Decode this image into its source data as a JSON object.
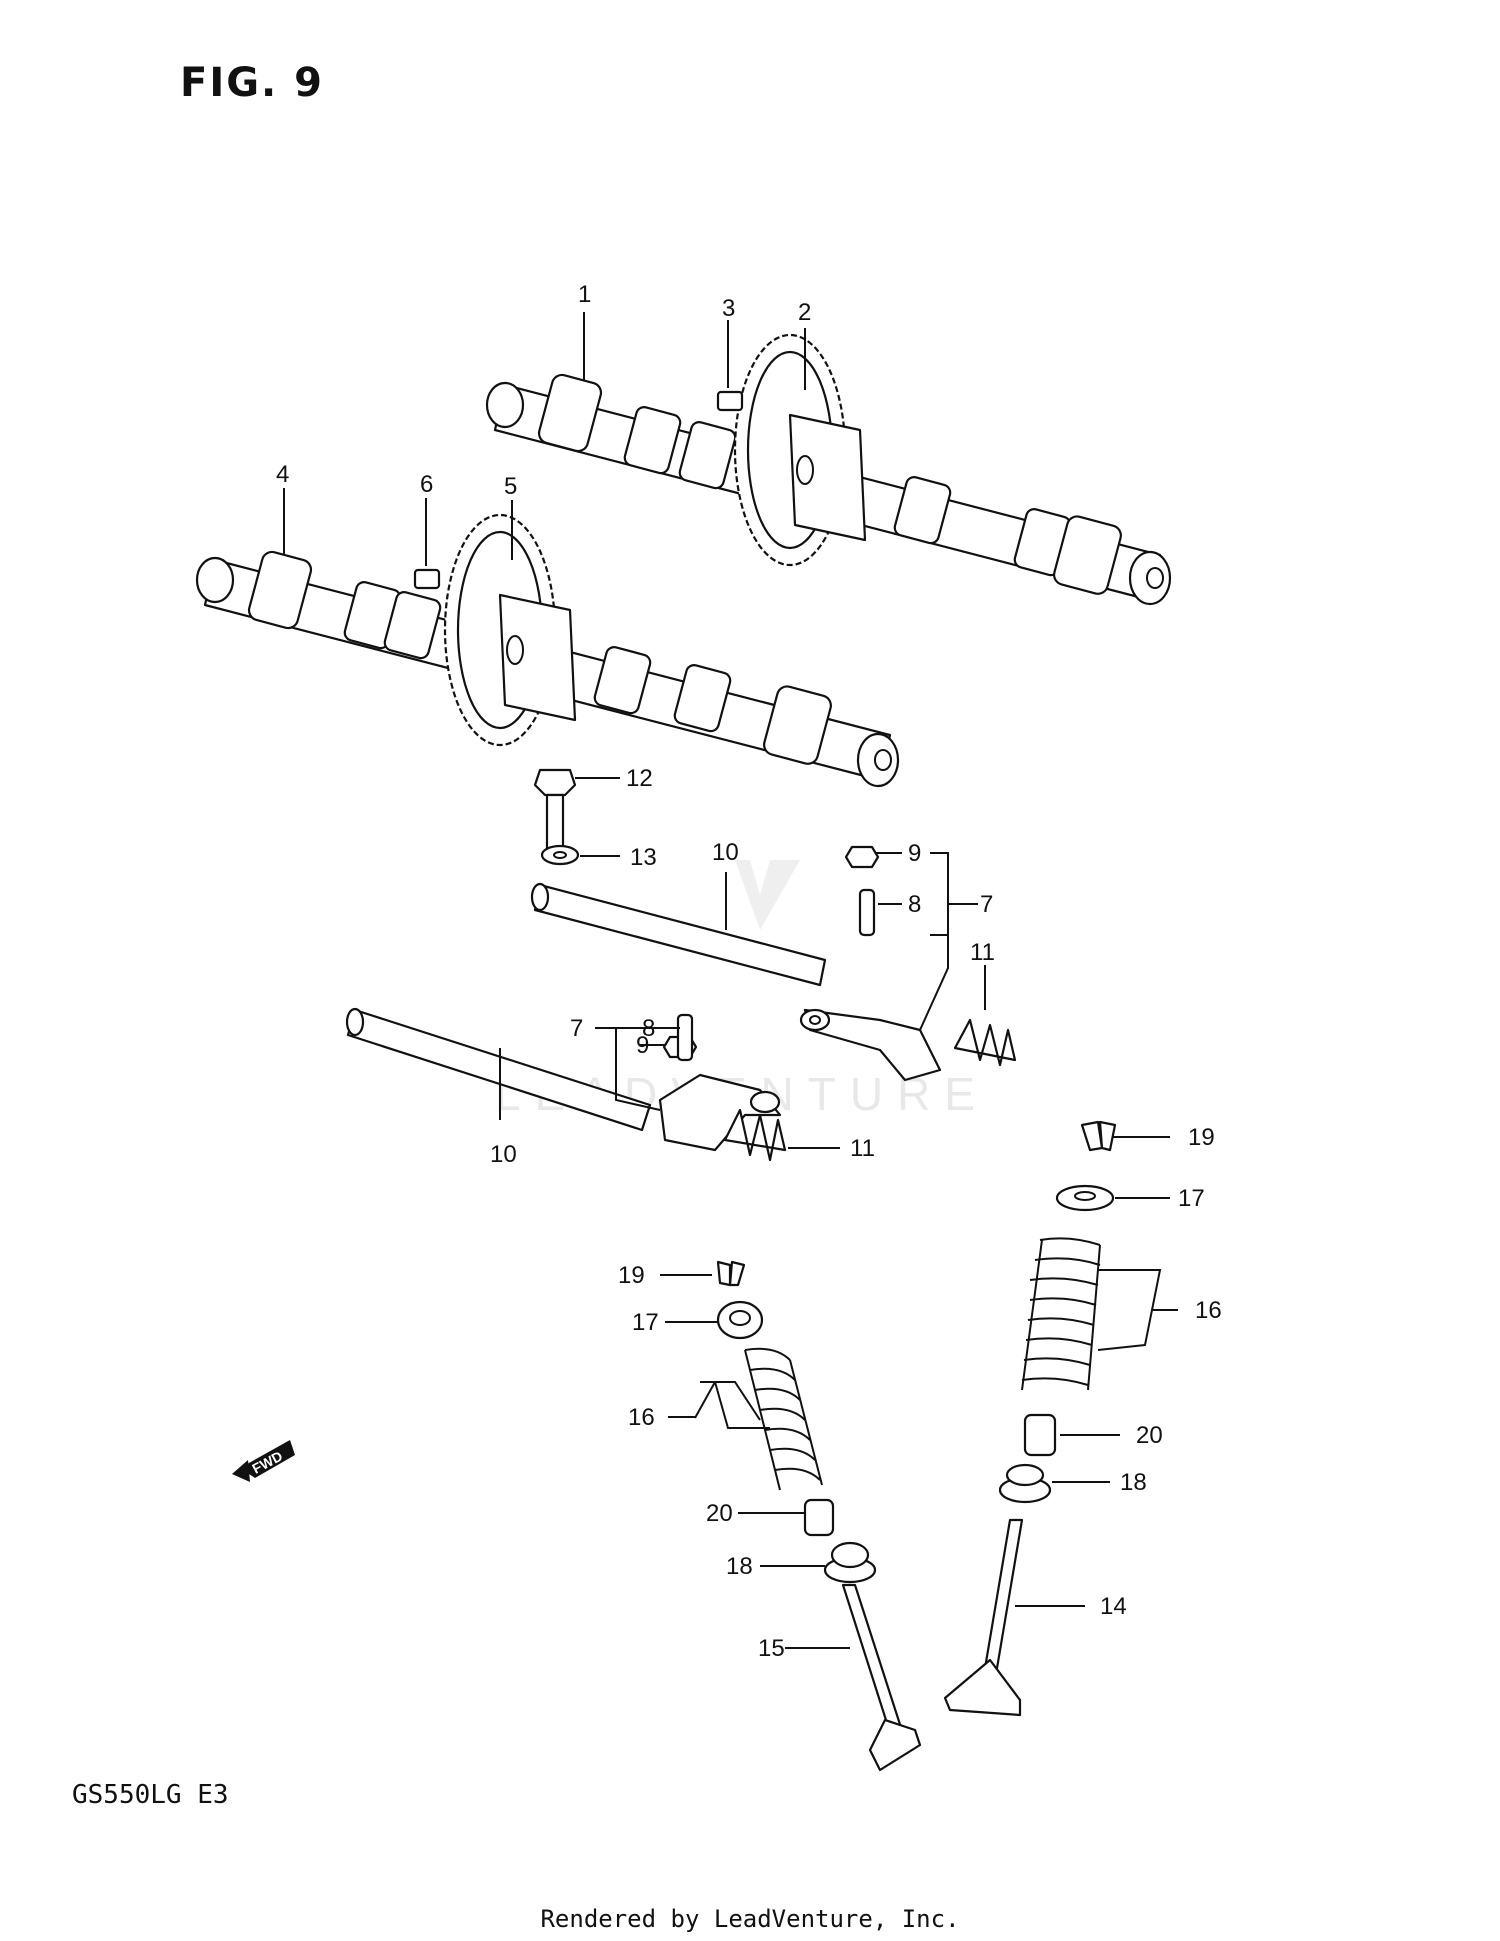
{
  "figure": {
    "title": "FIG. 9",
    "model_code": "GS550LG  E3",
    "footer": "Rendered by LeadVenture, Inc.",
    "watermark": "LEADVENTURE",
    "fwd_label": "FWD"
  },
  "callouts": {
    "c1": "1",
    "c2": "2",
    "c3": "3",
    "c4": "4",
    "c5": "5",
    "c6": "6",
    "c7a": "7",
    "c7b": "7",
    "c8a": "8",
    "c8b": "8",
    "c9a": "9",
    "c9b": "9",
    "c10a": "10",
    "c10b": "10",
    "c11a": "11",
    "c11b": "11",
    "c12": "12",
    "c13": "13",
    "c14": "14",
    "c15": "15",
    "c16a": "16",
    "c16b": "16",
    "c17a": "17",
    "c17b": "17",
    "c18a": "18",
    "c18b": "18",
    "c19a": "19",
    "c19b": "19",
    "c20a": "20",
    "c20b": "20"
  }
}
